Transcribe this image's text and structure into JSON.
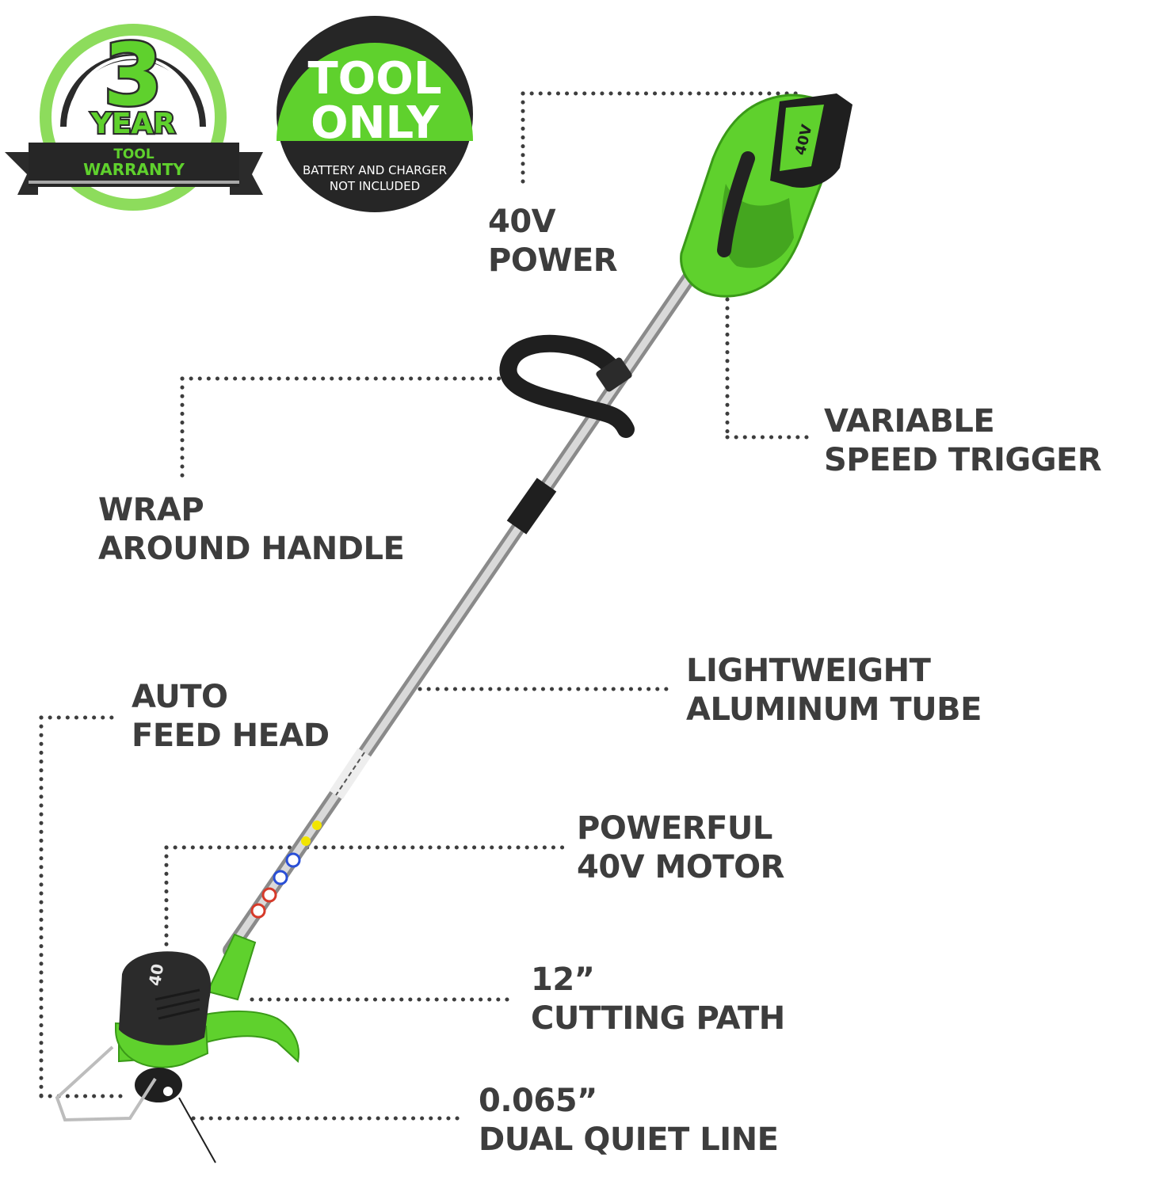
{
  "badges": {
    "warranty": {
      "number": "3",
      "unit": "YEAR",
      "line1": "TOOL",
      "line2": "WARRANTY"
    },
    "tool_only": {
      "line1": "TOOL",
      "line2": "ONLY",
      "note1": "BATTERY AND CHARGER",
      "note2": "NOT INCLUDED"
    }
  },
  "features": [
    {
      "line1": "40V",
      "line2": "POWER"
    },
    {
      "line1": "VARIABLE",
      "line2": "SPEED TRIGGER"
    },
    {
      "line1": "WRAP",
      "line2": "AROUND HANDLE"
    },
    {
      "line1": "LIGHTWEIGHT",
      "line2": "ALUMINUM TUBE"
    },
    {
      "line1": "AUTO",
      "line2": "FEED HEAD"
    },
    {
      "line1": "POWERFUL",
      "line2": "40V MOTOR"
    },
    {
      "line1": "12”",
      "line2": "CUTTING PATH"
    },
    {
      "line1": "0.065”",
      "line2": "DUAL QUIET LINE"
    }
  ],
  "product_marks": {
    "battery_text": "40V",
    "motor_text": "40"
  },
  "colors": {
    "brand_green": "#5fd12d",
    "dark": "#2b2b2b",
    "label_gray": "#3d3d3d",
    "tube_silver": "#bdbdbd"
  }
}
